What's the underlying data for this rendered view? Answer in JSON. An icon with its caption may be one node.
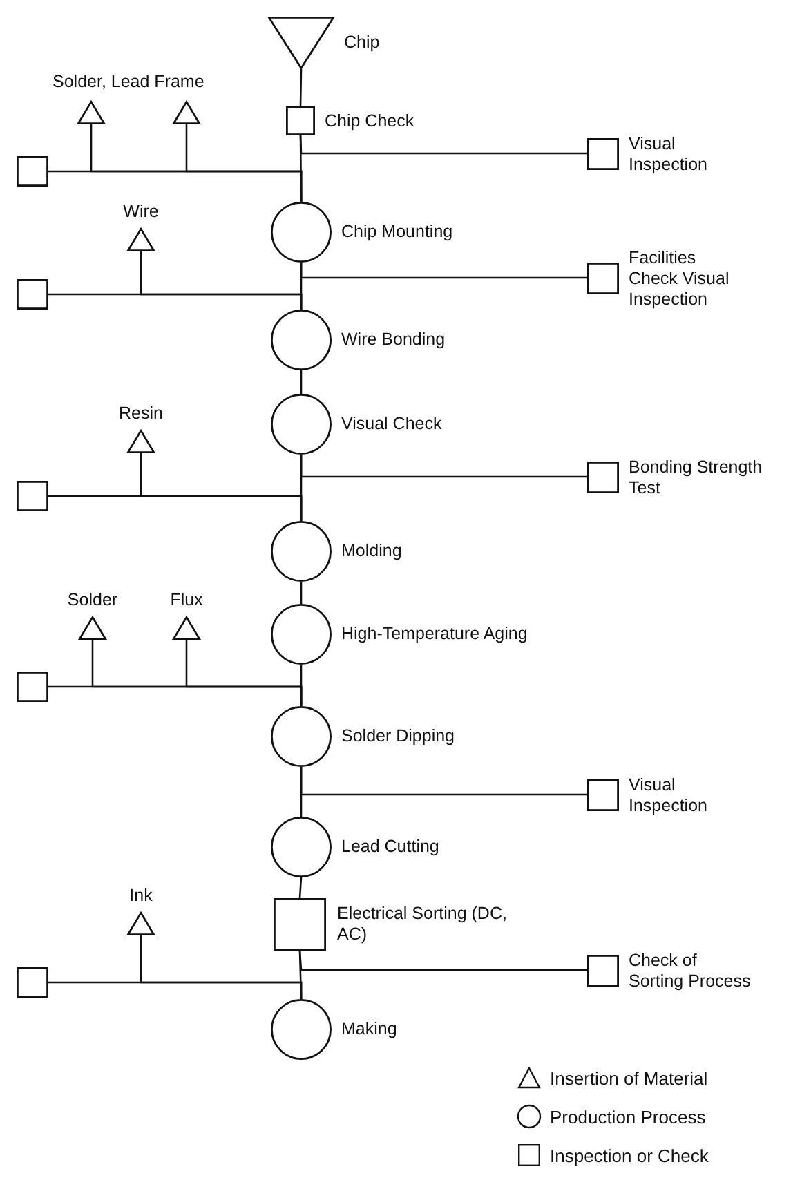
{
  "diagram": {
    "nodes": [
      {
        "text": [
          "Chip"
        ]
      },
      {
        "text": [],
        "shape": "triangle"
      },
      {
        "text": [],
        "shape": "triangle"
      },
      {
        "text": [
          "Chip Check"
        ]
      },
      {
        "text": [],
        "shape": "box"
      },
      {
        "text": [
          "Visual Inspection"
        ]
      },
      {
        "text": [
          "Chip Mounting"
        ]
      },
      {
        "text": [
          "Wire"
        ]
      },
      {
        "text": [],
        "shape": "box"
      },
      {
        "text": [
          "Facilities Check Visual Inspection"
        ]
      },
      {
        "text": [
          "Wire Bonding"
        ]
      },
      {
        "text": [
          "Visual Check"
        ]
      },
      {
        "text": [
          "Resin"
        ]
      },
      {
        "text": [],
        "shape": "box"
      },
      {
        "text": [
          "Bonding Strength Test"
        ]
      },
      {
        "text": [
          "Molding"
        ]
      },
      {
        "text": [
          "Solder"
        ]
      },
      {
        "text": [
          "Flux"
        ]
      },
      {
        "text": [
          "High-Temperature Aging"
        ]
      },
      {
        "text": [],
        "shape": "box"
      },
      {
        "text": [
          "Solder Dipping"
        ]
      },
      {
        "text": [
          "Visual Inspection"
        ]
      },
      {
        "text": [
          "Lead Cutting"
        ]
      },
      {
        "text": [
          "Electrical Sorting (DC, AC)"
        ]
      },
      {
        "text": [
          "Ink"
        ]
      },
      {
        "text": [],
        "shape": "box"
      },
      {
        "text": [
          "Check of Sorting Process"
        ]
      },
      {
        "text": [
          "Making"
        ]
      }
    ],
    "edges": [
      {
        "from": 0,
        "to": 3,
        "arrow": "none"
      },
      {
        "from": 3,
        "to": 6,
        "arrow": "none"
      },
      {
        "from": 3,
        "to": 5,
        "arrow": "none"
      },
      {
        "from": 4,
        "to": 6,
        "arrow": "none"
      },
      {
        "from": 1,
        "to": 6,
        "arrow": "none"
      },
      {
        "from": 2,
        "to": 6,
        "arrow": "none"
      },
      {
        "from": 6,
        "to": 10,
        "arrow": "none"
      },
      {
        "from": 6,
        "to": 9,
        "arrow": "none"
      },
      {
        "from": 8,
        "to": 10,
        "arrow": "none"
      },
      {
        "from": 7,
        "to": 10,
        "arrow": "none"
      },
      {
        "from": 10,
        "to": 11,
        "arrow": "none"
      },
      {
        "from": 11,
        "to": 15,
        "arrow": "none"
      },
      {
        "from": 11,
        "to": 14,
        "arrow": "none"
      },
      {
        "from": 13,
        "to": 15,
        "arrow": "none"
      },
      {
        "from": 12,
        "to": 15,
        "arrow": "none"
      },
      {
        "from": 15,
        "to": 18,
        "arrow": "none"
      },
      {
        "from": 18,
        "to": 20,
        "arrow": "none"
      },
      {
        "from": 19,
        "to": 20,
        "arrow": "none"
      },
      {
        "from": 16,
        "to": 20,
        "arrow": "none"
      },
      {
        "from": 17,
        "to": 20,
        "arrow": "none"
      },
      {
        "from": 20,
        "to": 22,
        "arrow": "none"
      },
      {
        "from": 20,
        "to": 21,
        "arrow": "none"
      },
      {
        "from": 22,
        "to": 23,
        "arrow": "none"
      },
      {
        "from": 23,
        "to": 27,
        "arrow": "none"
      },
      {
        "from": 23,
        "to": 26,
        "arrow": "none"
      },
      {
        "from": 25,
        "to": 27,
        "arrow": "none"
      },
      {
        "from": 24,
        "to": 27,
        "arrow": "none"
      }
    ],
    "labels": [
      "Solder, Lead Frame"
    ],
    "legend": [
      {
        "text": "Insertion of Material"
      },
      {
        "text": "Production Process"
      },
      {
        "text": "Inspection or Check"
      }
    ]
  }
}
